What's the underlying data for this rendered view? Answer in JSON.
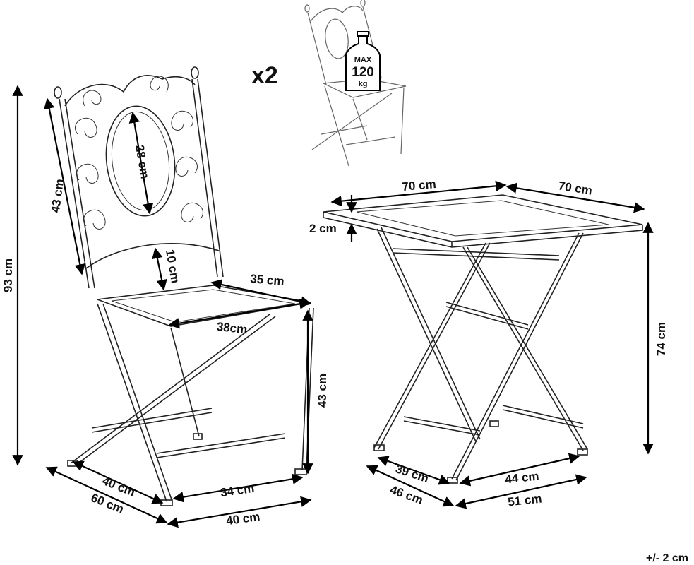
{
  "multiplier": "x2",
  "weight_badge": {
    "line1": "MAX",
    "line2": "120",
    "line3": "kg"
  },
  "chair": {
    "total_height": "93 cm",
    "back_height": "43 cm",
    "back_panel": "28 cm",
    "back_gap": "10 cm",
    "seat_depth": "35 cm",
    "seat_width": "38cm",
    "seat_height": "43 cm",
    "base_depth_inner": "40 cm",
    "base_depth_outer": "60  cm",
    "base_width_inner": "34 cm",
    "base_width_outer": "40 cm"
  },
  "table": {
    "top_width": "70 cm",
    "top_depth": "70 cm",
    "top_thickness": "2 cm",
    "height": "74 cm",
    "base_inner_left": "39 cm",
    "base_outer_left": "46 cm",
    "base_inner_right": "44 cm",
    "base_outer_right": "51 cm"
  },
  "tolerance": "+/- 2 cm"
}
